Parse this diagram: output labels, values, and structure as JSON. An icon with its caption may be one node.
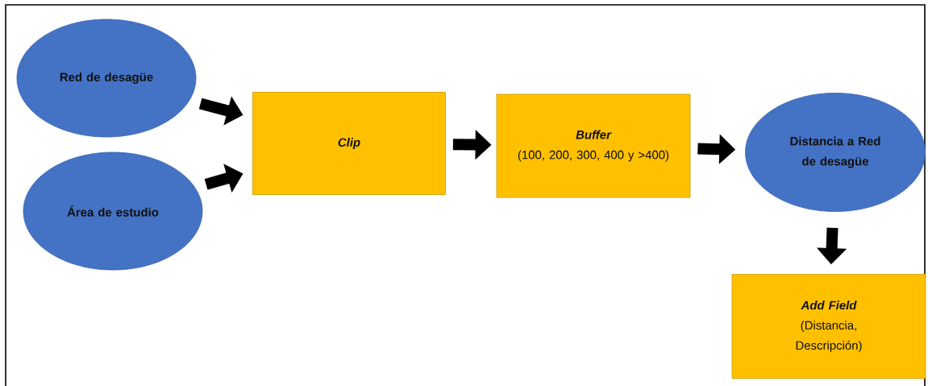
{
  "diagram": {
    "nodes": [
      {
        "text": [
          "Red de desagüe"
        ]
      },
      {
        "text": [
          "Área de estudio"
        ]
      },
      {
        "text": [
          "Clip"
        ]
      },
      {
        "text": [
          "Buffer",
          "(100, 200, 300, 400 y >400)"
        ]
      },
      {
        "text": [
          "Distancia a Red de desagüe"
        ]
      },
      {
        "text": [
          "Add Field",
          "(Distancia, Descripción)"
        ]
      }
    ],
    "edges": [
      {
        "from": 0,
        "to": 2,
        "arrow": "to"
      },
      {
        "from": 1,
        "to": 2,
        "arrow": "to"
      },
      {
        "from": 2,
        "to": 3,
        "arrow": "to"
      },
      {
        "from": 3,
        "to": 4,
        "arrow": "to"
      },
      {
        "from": 4,
        "to": 5,
        "arrow": "to"
      }
    ]
  }
}
